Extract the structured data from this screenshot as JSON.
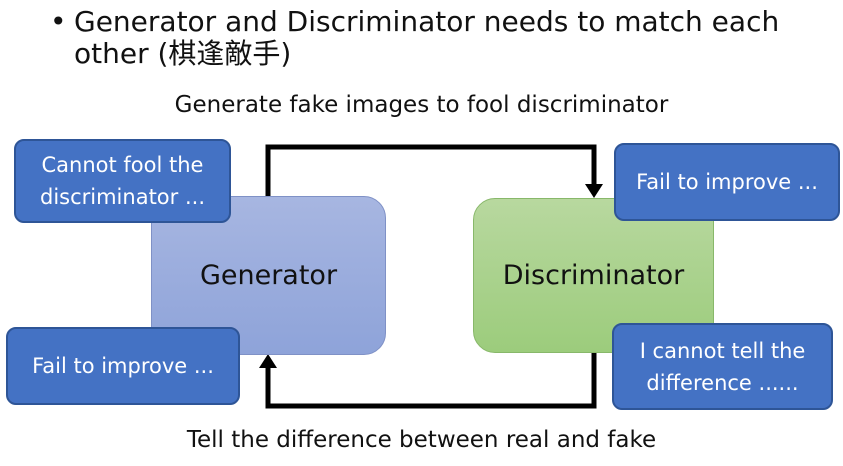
{
  "bullet": {
    "symbol": "•",
    "text": "Generator and Discriminator needs to match each other (棋逢敵手)"
  },
  "captions": {
    "top": "Generate fake images to fool discriminator",
    "bottom": "Tell the difference between real and fake"
  },
  "nodes": {
    "generator": "Generator",
    "discriminator": "Discriminator"
  },
  "bubbles": {
    "generator_top": "Cannot fool the\ndiscriminator ...",
    "generator_bottom": "Fail to improve ...",
    "discriminator_top": "Fail to improve ...",
    "discriminator_bottom": "I cannot tell the\ndifference ......"
  },
  "colors": {
    "generator_fill": "#8ea3d9",
    "discriminator_fill": "#9ccc7c",
    "bubble_fill": "#4472c4",
    "bubble_text": "#ffffff",
    "arrow": "#000000"
  }
}
